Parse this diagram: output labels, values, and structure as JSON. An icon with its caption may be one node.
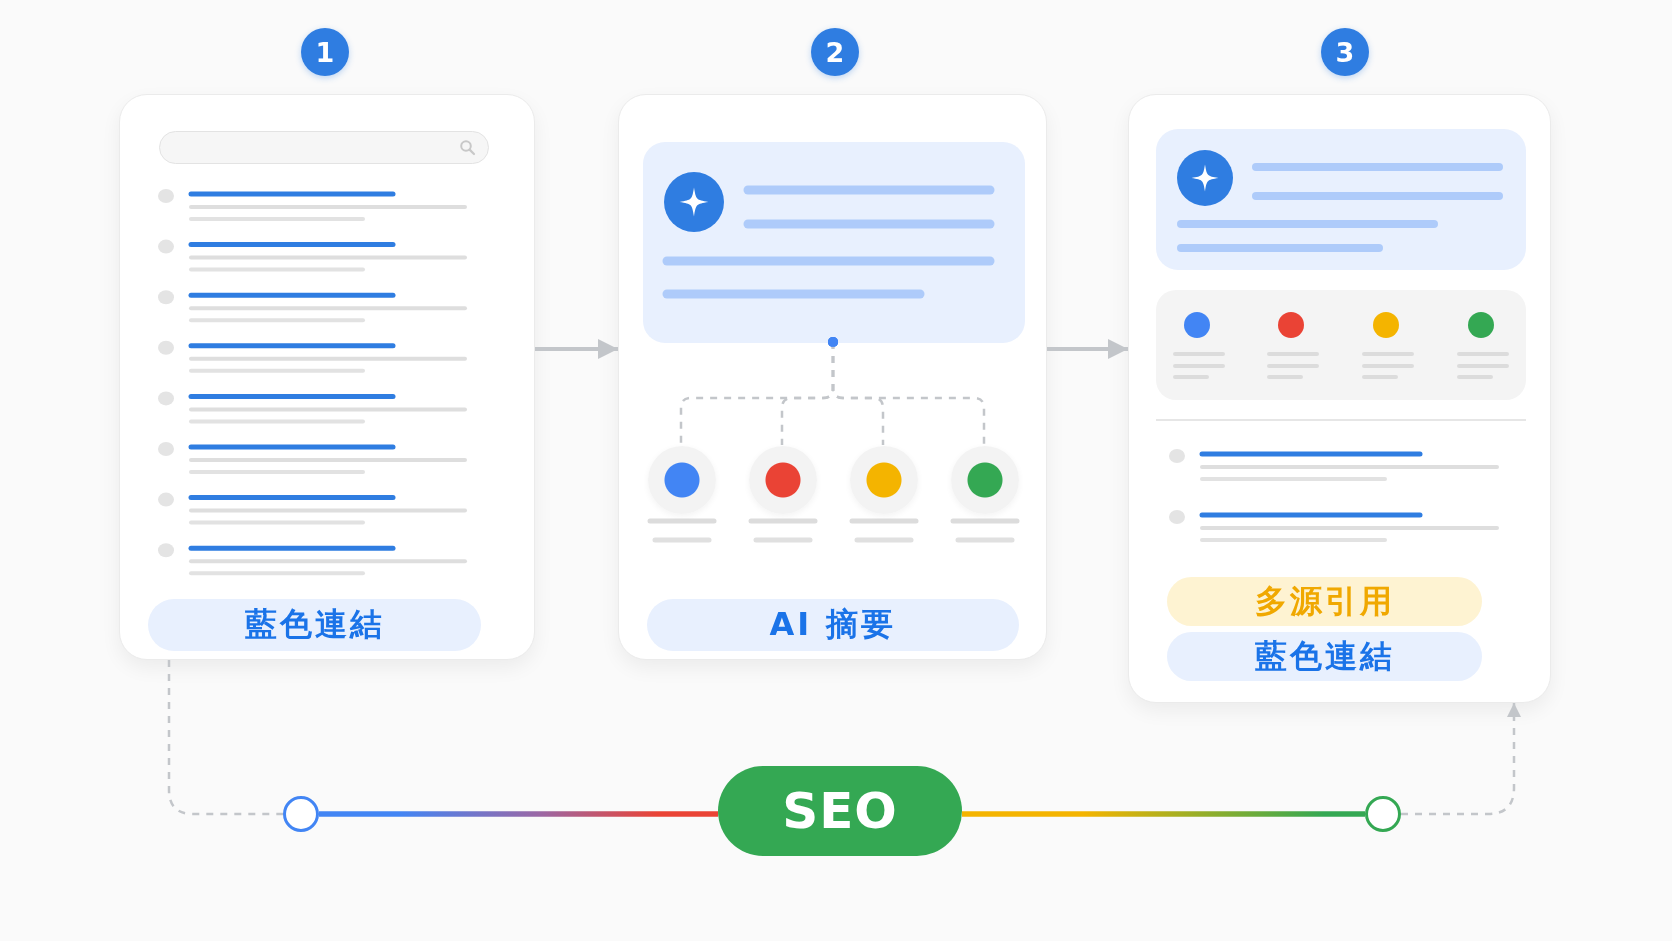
{
  "diagram": {
    "nodes": [
      {
        "text": [
          "1"
        ]
      },
      {
        "text": [],
        "shape": "box"
      },
      {
        "text": [
          "藍色連結"
        ],
        "in": 1
      },
      {
        "text": [
          "2"
        ]
      },
      {
        "text": [],
        "shape": "box"
      },
      {
        "text": [],
        "shape": "box",
        "in": 4
      },
      {
        "text": [],
        "shape": "circle",
        "in": 4
      },
      {
        "text": [],
        "shape": "circle",
        "in": 4
      },
      {
        "text": [],
        "shape": "circle",
        "in": 4
      },
      {
        "text": [],
        "shape": "circle",
        "in": 4
      },
      {
        "text": [
          "AI 摘要"
        ],
        "in": 4
      },
      {
        "text": [
          "3"
        ]
      },
      {
        "text": [],
        "shape": "box"
      },
      {
        "text": [
          "多源引用"
        ],
        "in": 12
      },
      {
        "text": [
          "藍色連結"
        ],
        "in": 12
      },
      {
        "text": [],
        "shape": "circle"
      },
      {
        "text": [
          "SEO"
        ]
      },
      {
        "text": [],
        "shape": "circle"
      }
    ],
    "edges": [
      {
        "from": 1,
        "to": 4,
        "arrow": "to"
      },
      {
        "from": 4,
        "to": 12,
        "arrow": "to"
      },
      {
        "from": 5,
        "to": 6,
        "arrow": "other",
        "style": "dashed"
      },
      {
        "from": 5,
        "to": 7,
        "arrow": "other",
        "style": "dashed"
      },
      {
        "from": 5,
        "to": 8,
        "arrow": "other",
        "style": "dashed"
      },
      {
        "from": 5,
        "to": 9,
        "arrow": "other",
        "style": "dashed"
      },
      {
        "from": 1,
        "to": 15,
        "arrow": "none",
        "style": "dashed"
      },
      {
        "from": 15,
        "to": 16,
        "arrow": "none",
        "style": "thick"
      },
      {
        "from": 16,
        "to": 17,
        "arrow": "none",
        "style": "thick"
      },
      {
        "from": 17,
        "to": 12,
        "arrow": "to",
        "style": "dashed"
      }
    ]
  }
}
